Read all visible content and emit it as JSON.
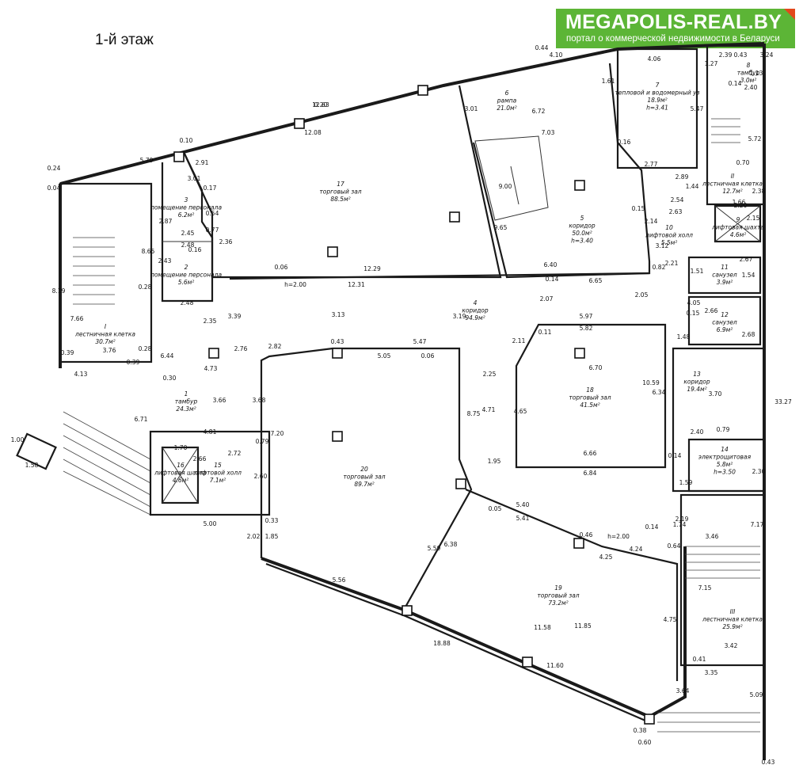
{
  "floor_title": "1-й этаж",
  "logo": {
    "name": "MEGAPOLIS-REAL.BY",
    "tagline": "портал о коммерческой недвижимости в Беларуси",
    "colors": {
      "background": "#5cb536",
      "corner": "#e2481c",
      "text": "#ffffff"
    }
  },
  "rooms": [
    {
      "num": "1",
      "name": "тамбур",
      "area": "24.3м²"
    },
    {
      "num": "2",
      "name": "помещение персонала",
      "area": "5.6м²"
    },
    {
      "num": "3",
      "name": "помещение персонала",
      "area": "6.2м²"
    },
    {
      "num": "4",
      "name": "коридор",
      "area": "94.9м²"
    },
    {
      "num": "5",
      "name": "коридор",
      "area": "50.0м²",
      "height": "h=3.40"
    },
    {
      "num": "6",
      "name": "рампа",
      "area": "21.0м²"
    },
    {
      "num": "7",
      "name": "тепловой и водомерный уз",
      "area": "18.9м²",
      "height": "h=3.41"
    },
    {
      "num": "8",
      "name": "тамбур",
      "area": "3.0м²"
    },
    {
      "num": "9",
      "name": "лифтовая шахта",
      "area": "4.6м²"
    },
    {
      "num": "10",
      "name": "лифтовой холл",
      "area": "5.5м²"
    },
    {
      "num": "11",
      "name": "санузел",
      "area": "3.9м²"
    },
    {
      "num": "12",
      "name": "санузел",
      "area": "6.9м²"
    },
    {
      "num": "13",
      "name": "коридор",
      "area": "19.4м²"
    },
    {
      "num": "14",
      "name": "электрощитовая",
      "area": "5.8м²",
      "height": "h=3.50"
    },
    {
      "num": "15",
      "name": "лифтовой холл",
      "area": "7.1м²"
    },
    {
      "num": "16",
      "name": "лифтовая шахта",
      "area": "4.6м²"
    },
    {
      "num": "17",
      "name": "торговый зал",
      "area": "88.5м²"
    },
    {
      "num": "18",
      "name": "торговый зал",
      "area": "41.5м²"
    },
    {
      "num": "19",
      "name": "торговый зал",
      "area": "73.2м²"
    },
    {
      "num": "20",
      "name": "торговый зал",
      "area": "89.7м²"
    },
    {
      "num": "I",
      "name": "лестничная клетка",
      "area": "30.7м²"
    },
    {
      "num": "II",
      "name": "лестничная клетка",
      "area": "12.7м²"
    },
    {
      "num": "III",
      "name": "лестничная клетка",
      "area": "25.9м²"
    }
  ],
  "dimensions": [
    "12.63",
    "12.08",
    "5.79",
    "0.24",
    "0.04",
    "0.10",
    "2.91",
    "0.17",
    "3.01",
    "0.54",
    "2.87",
    "8.65",
    "2.45",
    "2.48",
    "2.43",
    "0.16",
    "0.77",
    "2.36",
    "0.28",
    "2.48",
    "2.35",
    "3.39",
    "0.06",
    "12.29",
    "12.31",
    "h=2.00",
    "3.13",
    "3.19",
    "2.07",
    "0.14",
    "6.40",
    "6.65",
    "0.82",
    "2.21",
    "2.05",
    "7.66",
    "8.19",
    "3.76",
    "0.39",
    "0.28",
    "0.39",
    "4.13",
    "6.44",
    "0.30",
    "4.73",
    "2.76",
    "2.82",
    "0.43",
    "5.05",
    "5.47",
    "0.06",
    "2.25",
    "2.11",
    "5.97",
    "5.82",
    "6.70",
    "0.11",
    "4.71",
    "4.65",
    "6.34",
    "10.59",
    "6.66",
    "6.84",
    "0.14",
    "3.66",
    "3.68",
    "6.71",
    "4.81",
    "2.72",
    "0.79",
    "7.20",
    "1.70",
    "2.66",
    "2.60",
    "0.33",
    "5.00",
    "1.00",
    "1.58",
    "2.02",
    "1.85",
    "5.56",
    "5.59",
    "6.38",
    "0.05",
    "5.40",
    "5.41",
    "0.46",
    "h=2.00",
    "4.24",
    "4.25",
    "11.58",
    "11.85",
    "11.60",
    "18.88",
    "8.75",
    "1.95",
    "0.44",
    "4.10",
    "3.01",
    "6.72",
    "7.03",
    "0.16",
    "9.00",
    "9.65",
    "1.61",
    "4.06",
    "5.47",
    "2.77",
    "2.89",
    "1.44",
    "0.15",
    "2.54",
    "2.63",
    "2.14",
    "3.12",
    "2.39",
    "1.27",
    "2.40",
    "0.14",
    "5.72",
    "0.70",
    "2.38",
    "2.20",
    "2.67",
    "1.51",
    "1.54",
    "4.05",
    "0.15",
    "2.66",
    "2.68",
    "1.48",
    "3.70",
    "2.40",
    "2.30",
    "1.59",
    "2.19",
    "0.14",
    "1.74",
    "0.64",
    "3.46",
    "7.17",
    "7.15",
    "4.75",
    "0.41",
    "3.42",
    "3.35",
    "3.64",
    "5.09",
    "0.38",
    "0.60",
    "0.43",
    "33.27",
    "3.24",
    "0.43",
    "1.13",
    "1.66",
    "2.15",
    "0.79",
    "0.20"
  ]
}
